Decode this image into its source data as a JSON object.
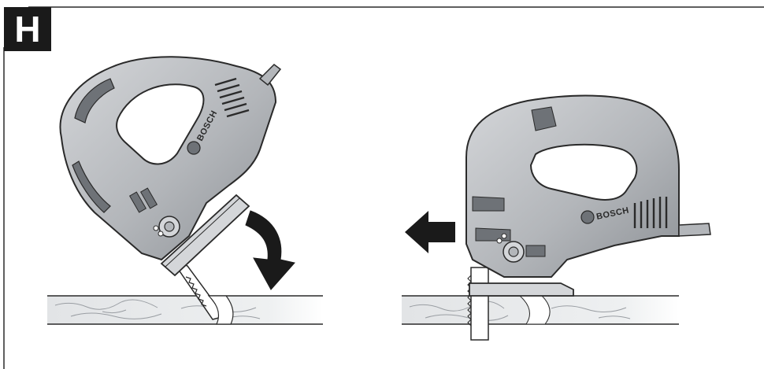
{
  "figure": {
    "label": "H",
    "brand_left": "BOSCH",
    "brand_right": "BOSCH"
  },
  "colors": {
    "badge": "#1a1a1a",
    "tool_body": "#b9bcc0",
    "tool_dark": "#6e7277",
    "outline": "#2a2a2a",
    "workpiece": "#e9ebed",
    "arrow": "#1a1a1a"
  },
  "icons": [
    "curved-arrow-icon",
    "left-arrow-icon"
  ]
}
